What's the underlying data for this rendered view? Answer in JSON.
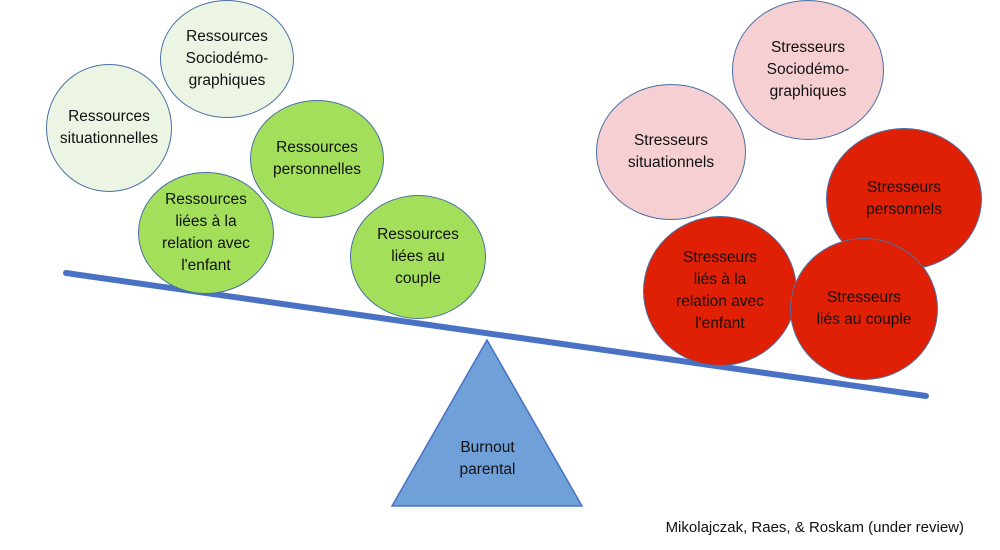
{
  "resources": [
    {
      "id": "ressources-sociodemographiques",
      "label": "Ressources\nSociodémo-\ngraphiques",
      "tone": "pale"
    },
    {
      "id": "ressources-situationnelles",
      "label": "Ressources\nsituationnelles",
      "tone": "pale"
    },
    {
      "id": "ressources-personnelles",
      "label": "Ressources\npersonnelles",
      "tone": "strong"
    },
    {
      "id": "ressources-relation-enfant",
      "label": "Ressources\nliées à la\nrelation avec\nl'enfant",
      "tone": "strong"
    },
    {
      "id": "ressources-couple",
      "label": "Ressources\nliées au\ncouple",
      "tone": "strong"
    }
  ],
  "stressors": [
    {
      "id": "stresseurs-sociodemographiques",
      "label": "Stresseurs\nSociodémo-\ngraphiques",
      "tone": "pale"
    },
    {
      "id": "stresseurs-situationnels",
      "label": "Stresseurs\nsituationnels",
      "tone": "pale"
    },
    {
      "id": "stresseurs-personnels",
      "label": "Stresseurs\npersonnels",
      "tone": "strong"
    },
    {
      "id": "stresseurs-relation-enfant",
      "label": "Stresseurs\nliés à la\nrelation avec\nl'enfant",
      "tone": "strong"
    },
    {
      "id": "stresseurs-couple",
      "label": "Stresseurs\nliés au couple",
      "tone": "strong"
    }
  ],
  "fulcrum": {
    "label": "Burnout\nparental"
  },
  "citation": "Mikolajczak, Raes, & Roskam (under review)",
  "colors": {
    "lever": "#4a72c4",
    "fulcrum": "#6fa0d8",
    "resources_pale": "#ecf5e4",
    "resources_strong": "#a3df5b",
    "stressors_pale": "#f6cfd3",
    "stressors_strong": "#e02005"
  }
}
